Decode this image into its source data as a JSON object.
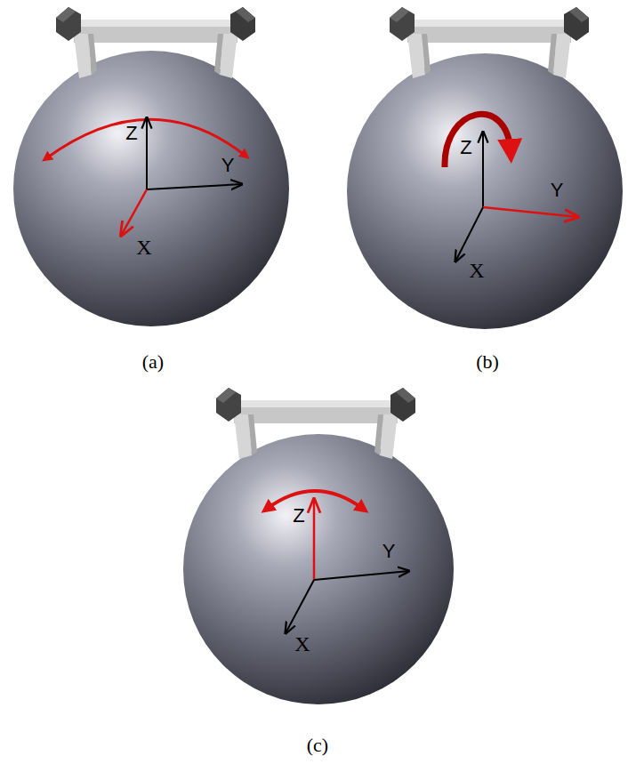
{
  "diagram": {
    "labels": [
      "Z",
      "Y",
      "X",
      "Z",
      "Y",
      "X",
      "(a)",
      "(b)",
      "Z",
      "Y",
      "X",
      "(c)"
    ]
  }
}
